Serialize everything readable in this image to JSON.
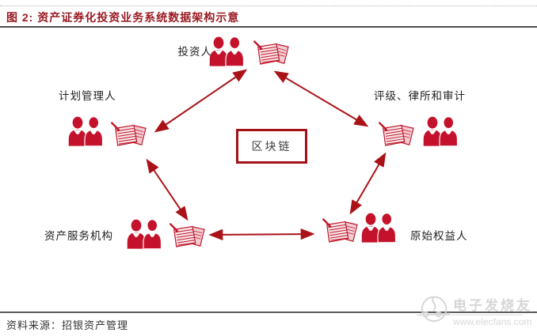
{
  "figure": {
    "title": "图 2: 资产证券化投资业务系统数据架构示意",
    "source": "资料来源：招银资产管理"
  },
  "diagram": {
    "type": "network",
    "center": {
      "label": "区块链"
    },
    "nodes": [
      {
        "id": "investor",
        "label": "投资人",
        "position": "top",
        "icons": [
          "people-icon",
          "ledger-icon"
        ]
      },
      {
        "id": "plan-manager",
        "label": "计划管理人",
        "position": "left",
        "icons": [
          "people-icon",
          "ledger-icon"
        ]
      },
      {
        "id": "rating-law-audit",
        "label": "评级、律所和审计",
        "position": "right",
        "icons": [
          "ledger-icon",
          "people-icon"
        ]
      },
      {
        "id": "asset-service",
        "label": "资产服务机构",
        "position": "bottom-left",
        "icons": [
          "people-icon",
          "ledger-icon"
        ]
      },
      {
        "id": "original-equity",
        "label": "原始权益人",
        "position": "bottom-right",
        "icons": [
          "ledger-icon",
          "people-icon"
        ]
      }
    ],
    "connections": [
      {
        "from": "investor",
        "to": "plan-manager",
        "bidirectional": true
      },
      {
        "from": "investor",
        "to": "rating-law-audit",
        "bidirectional": true
      },
      {
        "from": "plan-manager",
        "to": "asset-service",
        "bidirectional": true
      },
      {
        "from": "rating-law-audit",
        "to": "original-equity",
        "bidirectional": true
      },
      {
        "from": "asset-service",
        "to": "original-equity",
        "bidirectional": true
      }
    ]
  },
  "watermark": {
    "brand": "电子发烧友",
    "url": "www.elecfans.com"
  },
  "colors": {
    "title_red": "#9a1b23",
    "icon_red": "#c5122c",
    "ledger_fill": "#f9e3e7",
    "arrow_red": "#aa1218",
    "box_border_red": "#a31219",
    "rule_dark": "#4d4d4d",
    "watermark_gray": "#d4d4d4"
  }
}
